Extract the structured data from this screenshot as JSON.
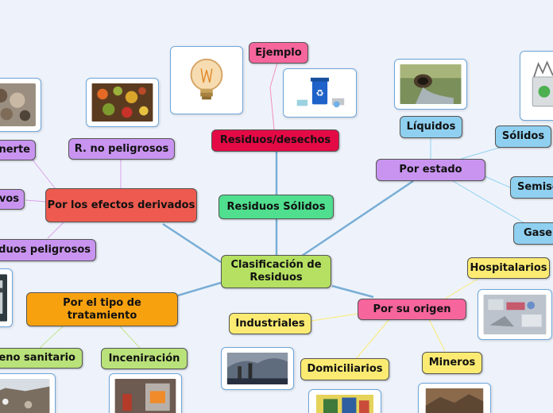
{
  "colors": {
    "central": "#b5e061",
    "level1": "#4fdf8e",
    "estado": "#c994f0",
    "estado_children": "#8fd0f0",
    "origen": "#f7659d",
    "origen_children": "#fbeb72",
    "efectos": "#ee5a4f",
    "efectos_children": "#c994f0",
    "tratamiento": "#f8a10f",
    "tratamiento_children": "#b9e27a",
    "residuos_desechos": "#e30a45",
    "ejemplo": "#f7659d",
    "link_main": "#79aed6"
  },
  "nodes": {
    "central": "Clasificación de Residuos",
    "residuos_solidos": "Residuos Sólidos",
    "residuos_desechos": "Residuos/desechos",
    "ejemplo": "Ejemplo",
    "por_estado": "Por estado",
    "liquidos": "Líquidos",
    "solidos": "Sólidos",
    "semisolidos": "Semiso",
    "gaseosos": "Gase",
    "por_origen": "Por su origen",
    "hospitalarios": "Hospitalarios",
    "industriales": "Industriales",
    "domiciliarios": "Domiciliarios",
    "mineros": "Mineros",
    "por_efectos": "Por los efectos derivados",
    "no_peligrosos": "R. no peligrosos",
    "inerte": "nerte",
    "activos": "vos",
    "peligrosos": "duos peligrosos",
    "por_tratamiento": "Por el tipo de tratamiento",
    "relleno": "eno sanitario",
    "incineracion": "Inceniración"
  },
  "images": {
    "lightbulb": "lightbulb-photo",
    "recycle_bin": "recycling-bin-photo",
    "liquid_waste": "drain-pipe-photo",
    "solid_waste": "recycling-bin-photo",
    "hospital_waste": "medical-waste-photo",
    "domestic_waste": "household-waste-photo",
    "mining_waste": "mining-photo",
    "industrial_waste": "factory-smoke-photo",
    "organic_waste": "organic-waste-photo",
    "inert_waste": "rubble-photo",
    "dangerous_waste": "toxic-barrel-photo",
    "landfill": "landfill-photo",
    "incinerator": "incinerator-photo"
  }
}
